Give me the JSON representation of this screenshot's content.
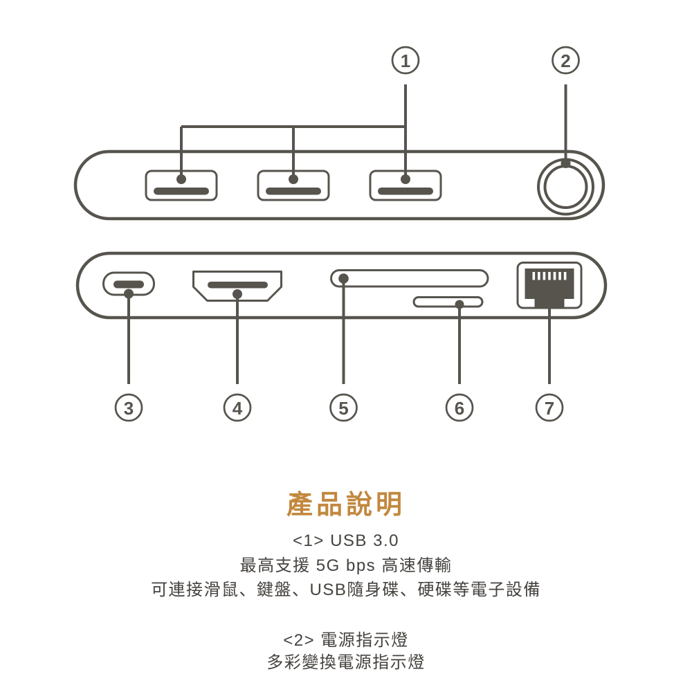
{
  "page": {
    "title": "產品說明",
    "colors": {
      "outline": "#57544e",
      "title": "#c2883e",
      "text": "#45423e",
      "background": "#ffffff"
    }
  },
  "callouts": [
    "1",
    "2",
    "3",
    "4",
    "5",
    "6",
    "7"
  ],
  "diagram": {
    "top_view_ports": [
      "usb-a-port-1",
      "usb-a-port-2",
      "usb-a-port-3",
      "power-indicator-ring"
    ],
    "bottom_view_ports": [
      "usb-c-port",
      "hdmi-port",
      "sd-card-slot",
      "microsd-card-slot",
      "ethernet-port"
    ]
  },
  "sections": [
    {
      "heading": "<1> USB 3.0",
      "lines": [
        "最高支援 5G bps 高速傳輸",
        "可連接滑鼠、鍵盤、USB隨身碟、硬碟等電子設備"
      ]
    },
    {
      "heading": "<2> 電源指示燈",
      "lines": [
        "多彩變換電源指示燈"
      ]
    }
  ]
}
